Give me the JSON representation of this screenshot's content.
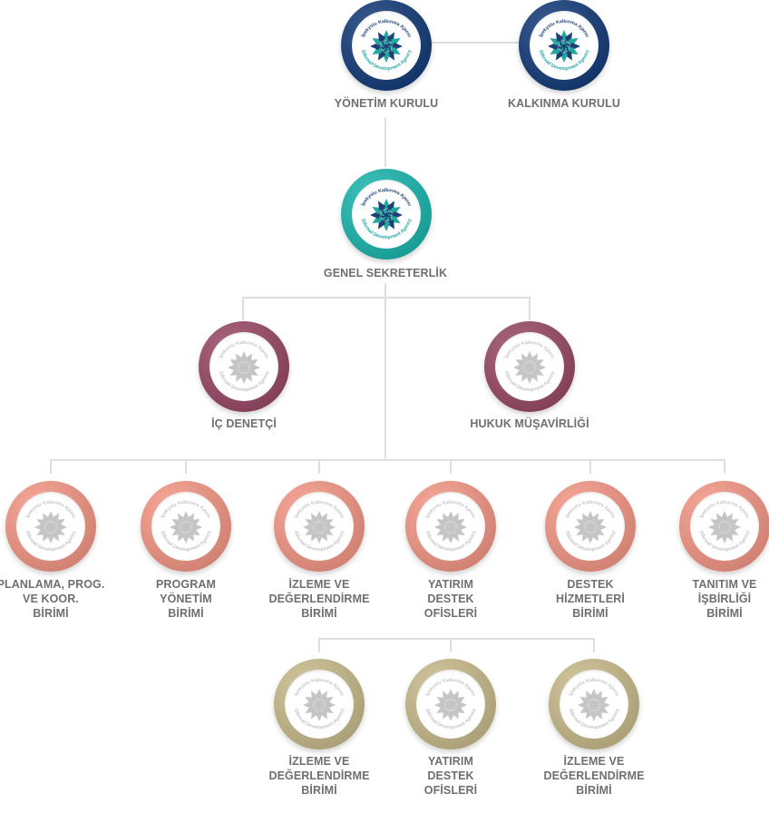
{
  "logo": {
    "top_text": "İpekyolu Kalkınma Ajansı",
    "bottom_text": "Silkroad Development Agency"
  },
  "colors": {
    "navy": "#1d3f73",
    "teal": "#24a7a1",
    "plum": "#8f4b63",
    "salmon": "#dc8d7e",
    "olive": "#b6ab82",
    "gray_logo": "#c5c5c5",
    "line": "#dedede",
    "label": "#6f6f6f"
  },
  "board": [
    {
      "name": "YÖNETİM KURULU"
    },
    {
      "name": "KALKINMA KURULU"
    }
  ],
  "secretary": {
    "name": "GENEL SEKRETERLİK"
  },
  "advisors": [
    {
      "name": "İÇ DENETÇİ"
    },
    {
      "name": "HUKUK MÜŞAVİRLİĞİ"
    }
  ],
  "units": [
    {
      "lines": [
        "PLANLAMA, PROG.",
        "VE KOOR.",
        "BİRİMİ"
      ]
    },
    {
      "lines": [
        "PROGRAM",
        "YÖNETİM",
        "BİRİMİ"
      ]
    },
    {
      "lines": [
        "İZLEME VE",
        "DEĞERLENDİRME",
        "BİRİMİ"
      ]
    },
    {
      "lines": [
        "YATIRIM",
        "DESTEK",
        "OFİSLERİ"
      ]
    },
    {
      "lines": [
        "DESTEK",
        "HİZMETLERİ",
        "BİRİMİ"
      ]
    },
    {
      "lines": [
        "TANITIM VE",
        "İŞBİRLİĞİ",
        "BİRİMİ"
      ]
    }
  ],
  "subunits": [
    {
      "lines": [
        "İZLEME VE",
        "DEĞERLENDİRME",
        "BİRİMİ"
      ]
    },
    {
      "lines": [
        "YATIRIM",
        "DESTEK",
        "OFİSLERİ"
      ]
    },
    {
      "lines": [
        "İZLEME VE",
        "DEĞERLENDİRME",
        "BİRİMİ"
      ]
    }
  ]
}
